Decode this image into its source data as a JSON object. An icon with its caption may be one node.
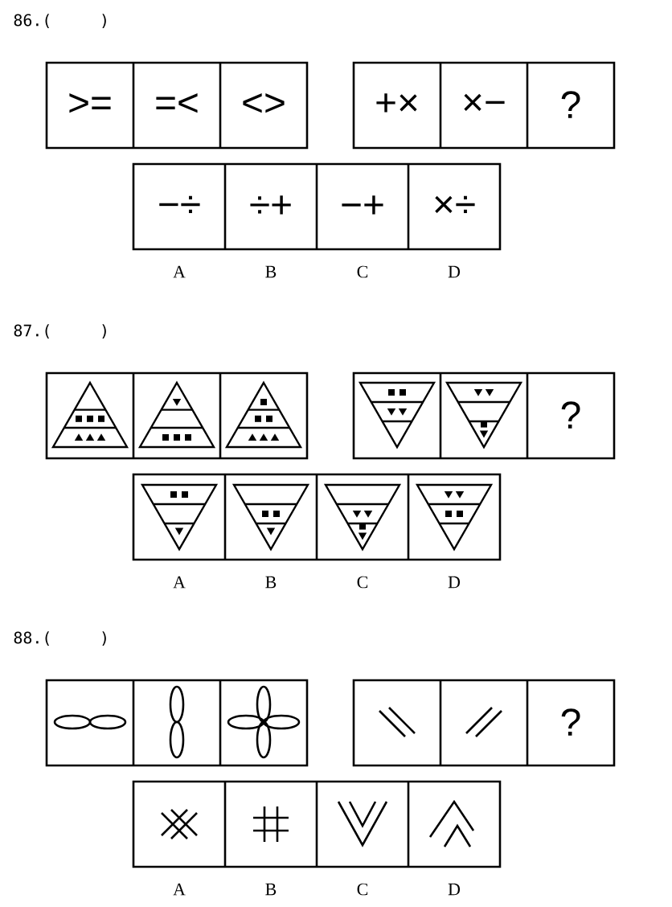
{
  "diagram": {
    "labels": [
      "86.(",
      ")",
      ">=",
      "=<",
      "<>",
      "+×",
      "×−",
      "?",
      "−÷",
      "÷+",
      "−+",
      "×÷",
      "A",
      "B",
      "C",
      "D",
      "87.(",
      ")",
      "?",
      "A",
      "B",
      "C",
      "D",
      "88.(",
      ")",
      "?",
      "A",
      "B",
      "C",
      "D"
    ]
  }
}
